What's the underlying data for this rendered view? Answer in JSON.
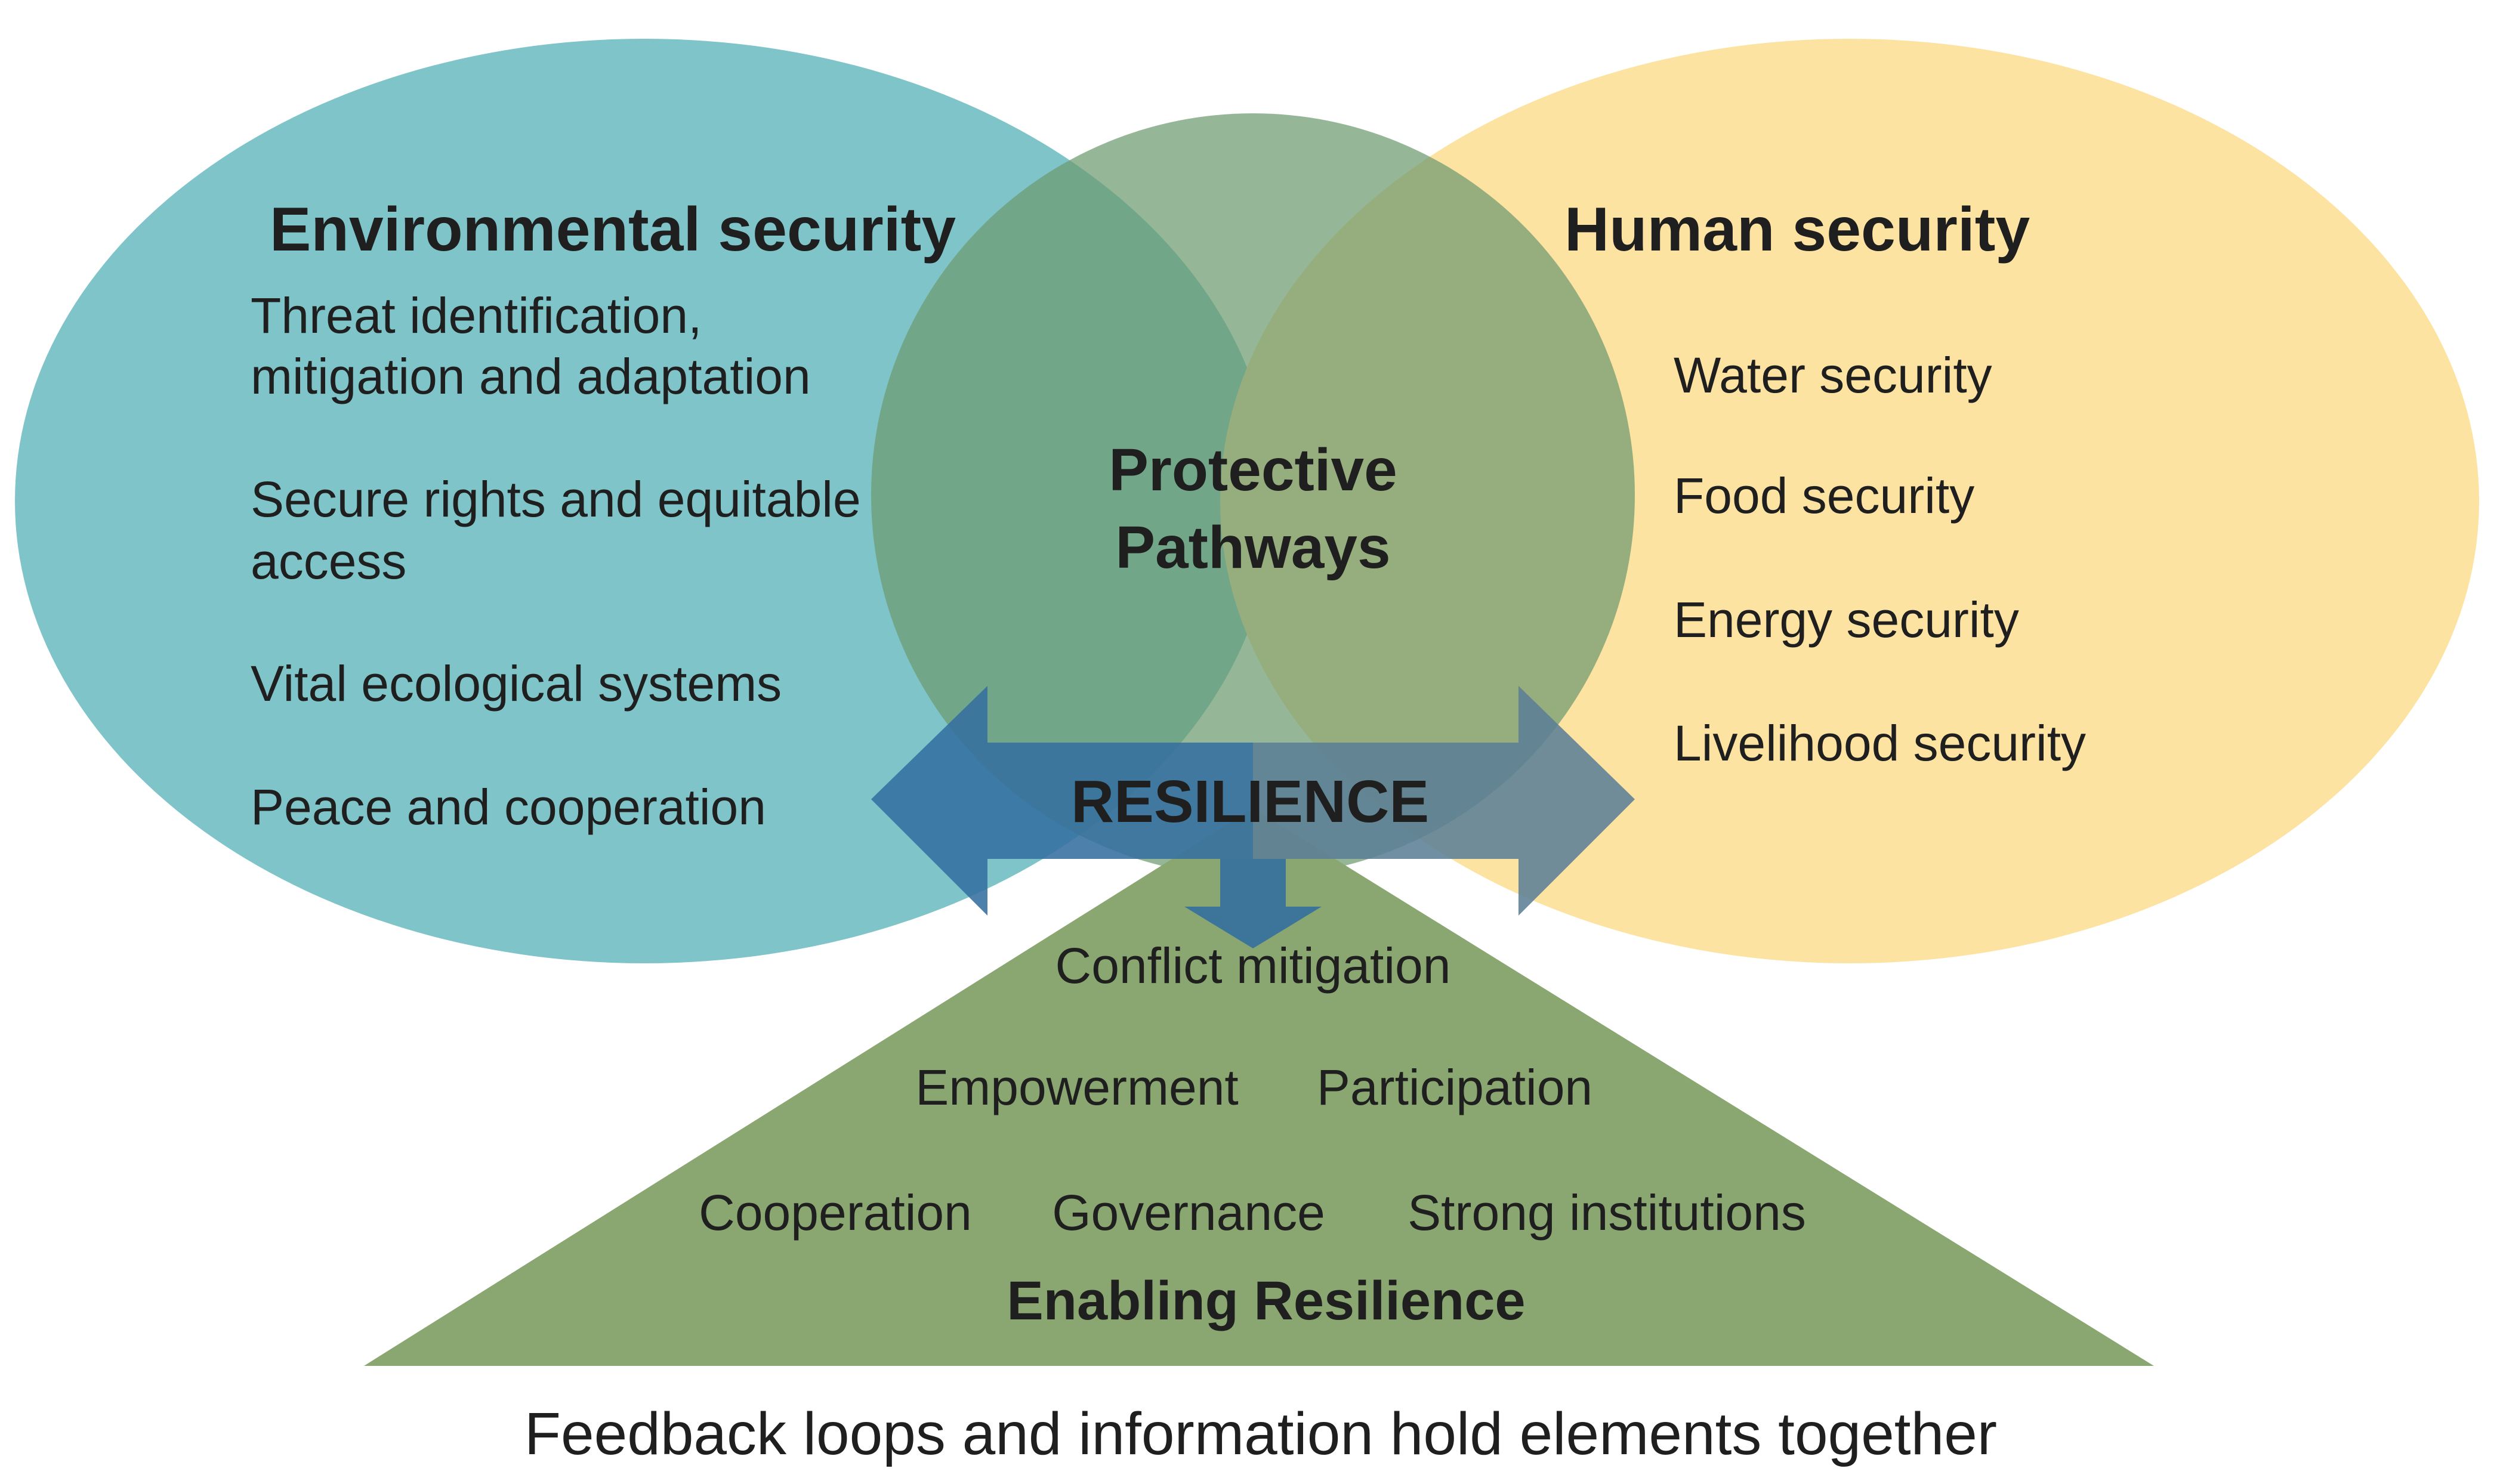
{
  "colors": {
    "environmental": "#7ec4c9",
    "human": "#fde3a2",
    "protective": "#6e9a70",
    "triangle": "#8aa771",
    "arrow_left": "#34709f",
    "arrow_right": "#5c7f96"
  },
  "environmental": {
    "title": "Environmental security",
    "items": [
      {
        "line1": "Threat identification,",
        "line2": "mitigation and adaptation"
      },
      {
        "line1": "Secure rights and equitable",
        "line2": "access"
      },
      {
        "line1": "Vital ecological systems",
        "line2": ""
      },
      {
        "line1": "Peace and cooperation",
        "line2": ""
      }
    ]
  },
  "human": {
    "title": "Human security",
    "items": [
      "Water security",
      "Food security",
      "Energy security",
      "Livelihood security"
    ]
  },
  "protective": {
    "line1": "Protective",
    "line2": "Pathways"
  },
  "resilience": {
    "label": "RESILIENCE"
  },
  "enabling": {
    "title": "Enabling Resilience",
    "row1": [
      "Conflict mitigation"
    ],
    "row2": [
      "Empowerment",
      "Participation"
    ],
    "row3": [
      "Cooperation",
      "Governance",
      "Strong institutions"
    ]
  },
  "footer": "Feedback loops and information hold elements together"
}
